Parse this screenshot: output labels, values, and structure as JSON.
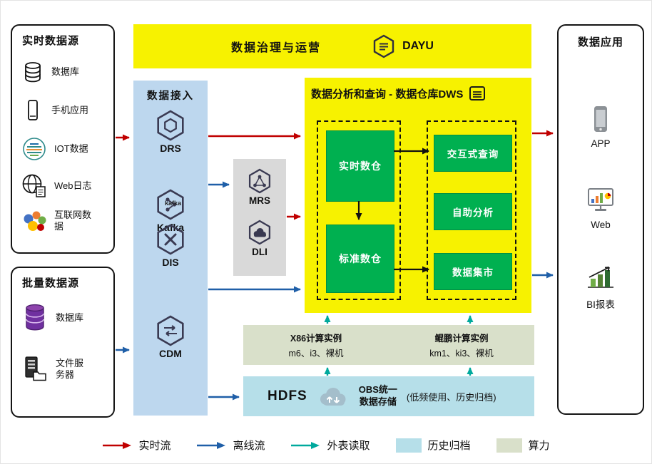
{
  "colors": {
    "realtime_flow": "#C00000",
    "offline_flow": "#1F5FA8",
    "external_read": "#00A99D",
    "highlight_yellow": "#F7F200",
    "block_green": "#00B050",
    "archive_blue": "#B6DFE9",
    "compute_green": "#D9E0CA",
    "ingest_blue": "#BDD7EE",
    "panel_gray": "#D9D9D9"
  },
  "realtime_sources": {
    "title": "实时数据源",
    "items": [
      {
        "label": "数据库"
      },
      {
        "label": "手机应用"
      },
      {
        "label": "IOT数据"
      },
      {
        "label": "Web日志"
      },
      {
        "label": "互联网数据"
      }
    ]
  },
  "batch_sources": {
    "title": "批量数据源",
    "items": [
      {
        "label": "数据库"
      },
      {
        "label": "文件服务器"
      }
    ]
  },
  "governance": {
    "title": "数据治理与运营",
    "product": "DAYU"
  },
  "ingestion": {
    "title": "数据接入",
    "items": [
      {
        "label": "DRS"
      },
      {
        "label": "Kafka",
        "icon_text": "kafka"
      },
      {
        "label": "DIS"
      },
      {
        "label": "CDM"
      }
    ]
  },
  "processing": {
    "items": [
      {
        "label": "MRS"
      },
      {
        "label": "DLI"
      }
    ]
  },
  "dws": {
    "title": "数据分析和查询 - 数据仓库DWS",
    "left_blocks": [
      "实时数仓",
      "标准数仓"
    ],
    "right_blocks": [
      "交互式查询",
      "自助分析",
      "数据集市"
    ]
  },
  "compute": {
    "groups": [
      {
        "title": "X86计算实例",
        "subtitle": "m6、i3、裸机"
      },
      {
        "title": "鲲鹏计算实例",
        "subtitle": "km1、ki3、裸机"
      }
    ]
  },
  "storage": {
    "hdfs_label": "HDFS",
    "obs_line1": "OBS统一",
    "obs_line2": "数据存储",
    "note": "(低频使用、历史归档)"
  },
  "applications": {
    "title": "数据应用",
    "items": [
      {
        "label": "APP"
      },
      {
        "label": "Web"
      },
      {
        "label": "BI报表"
      }
    ]
  },
  "legend": {
    "items": [
      {
        "label": "实时流",
        "color": "#C00000",
        "type": "arrow"
      },
      {
        "label": "离线流",
        "color": "#1F5FA8",
        "type": "arrow"
      },
      {
        "label": "外表读取",
        "color": "#00A99D",
        "type": "arrow"
      },
      {
        "label": "历史归档",
        "color": "#B6DFE9",
        "type": "box"
      },
      {
        "label": "算力",
        "color": "#D9E0CA",
        "type": "box"
      }
    ]
  }
}
